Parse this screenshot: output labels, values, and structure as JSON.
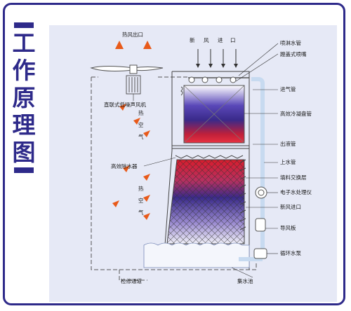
{
  "side_title": [
    "工",
    "作",
    "原",
    "理",
    "图"
  ],
  "labels": {
    "hot_air_outlet": "热风出口",
    "fresh_air_inlet_top": [
      "新",
      "风",
      "进",
      "口"
    ],
    "fan": "直联式低噪声风机",
    "hot_air": [
      "热",
      "空",
      "气"
    ],
    "hot_air_2": [
      "热",
      "空",
      "气"
    ],
    "eliminator": "高效除水器",
    "inspection": "检修通道",
    "spray_pipe": "喷淋水管",
    "nozzle": "蹬盖式喷嘴",
    "inlet_pipe": "进气管",
    "condenser": "高效冷凝盘管",
    "outlet_pipe": "出液管",
    "water_pipe": "上水管",
    "fill": "填料交换层",
    "water_treatment": "电子水处理仪",
    "fresh_air_inlet": "新风进口",
    "guide_plate": "导风板",
    "pump": "循环水泵",
    "basin": "集水池"
  },
  "colors": {
    "frame": "#2e2a8a",
    "panel": "#e6e9f6",
    "arrow": "#e85a1a",
    "pipe": "#c7daf0"
  }
}
